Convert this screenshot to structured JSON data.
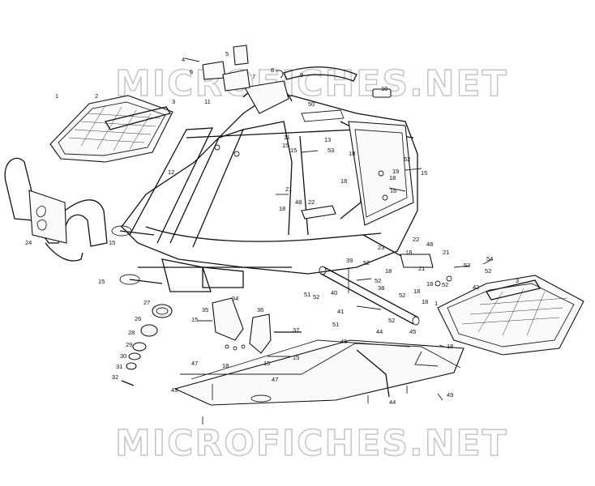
{
  "watermark": {
    "top": "MICROFICHES.NET",
    "bottom": "MICROFICHES.NET"
  },
  "callouts": [
    {
      "text": "1"
    },
    {
      "text": "2"
    },
    {
      "text": "3"
    },
    {
      "text": "4"
    },
    {
      "text": "5"
    },
    {
      "text": "6"
    },
    {
      "text": "7"
    },
    {
      "text": "8"
    },
    {
      "text": "9"
    },
    {
      "text": "10"
    },
    {
      "text": "11"
    },
    {
      "text": "50"
    },
    {
      "text": "11"
    },
    {
      "text": "12"
    },
    {
      "text": "13"
    },
    {
      "text": "53"
    },
    {
      "text": "15"
    },
    {
      "text": "18"
    },
    {
      "text": "52"
    },
    {
      "text": "15"
    },
    {
      "text": "19"
    },
    {
      "text": "18"
    },
    {
      "text": "16"
    },
    {
      "text": "18"
    },
    {
      "text": "21"
    },
    {
      "text": "48"
    },
    {
      "text": "22"
    },
    {
      "text": "18"
    },
    {
      "text": "24"
    },
    {
      "text": "15"
    },
    {
      "text": "15"
    },
    {
      "text": "22"
    },
    {
      "text": "48"
    },
    {
      "text": "23"
    },
    {
      "text": "18"
    },
    {
      "text": "21"
    },
    {
      "text": "21"
    },
    {
      "text": "52"
    },
    {
      "text": "54"
    },
    {
      "text": "52"
    },
    {
      "text": "39"
    },
    {
      "text": "52"
    },
    {
      "text": "18"
    },
    {
      "text": "18"
    },
    {
      "text": "52"
    },
    {
      "text": "52"
    },
    {
      "text": "42"
    },
    {
      "text": "3"
    },
    {
      "text": "38"
    },
    {
      "text": "40"
    },
    {
      "text": "51"
    },
    {
      "text": "52"
    },
    {
      "text": "52"
    },
    {
      "text": "18"
    },
    {
      "text": "18"
    },
    {
      "text": "1"
    },
    {
      "text": "27"
    },
    {
      "text": "34"
    },
    {
      "text": "35"
    },
    {
      "text": "36"
    },
    {
      "text": "15"
    },
    {
      "text": "26"
    },
    {
      "text": "41"
    },
    {
      "text": "51"
    },
    {
      "text": "52"
    },
    {
      "text": "28"
    },
    {
      "text": "37"
    },
    {
      "text": "46"
    },
    {
      "text": "44"
    },
    {
      "text": "45"
    },
    {
      "text": "29"
    },
    {
      "text": "15"
    },
    {
      "text": "30"
    },
    {
      "text": "18"
    },
    {
      "text": "15"
    },
    {
      "text": "31"
    },
    {
      "text": "32"
    },
    {
      "text": "47"
    },
    {
      "text": "47"
    },
    {
      "text": "43"
    },
    {
      "text": "44"
    },
    {
      "text": "49"
    },
    {
      "text": "18"
    },
    {
      "text": "15"
    }
  ]
}
